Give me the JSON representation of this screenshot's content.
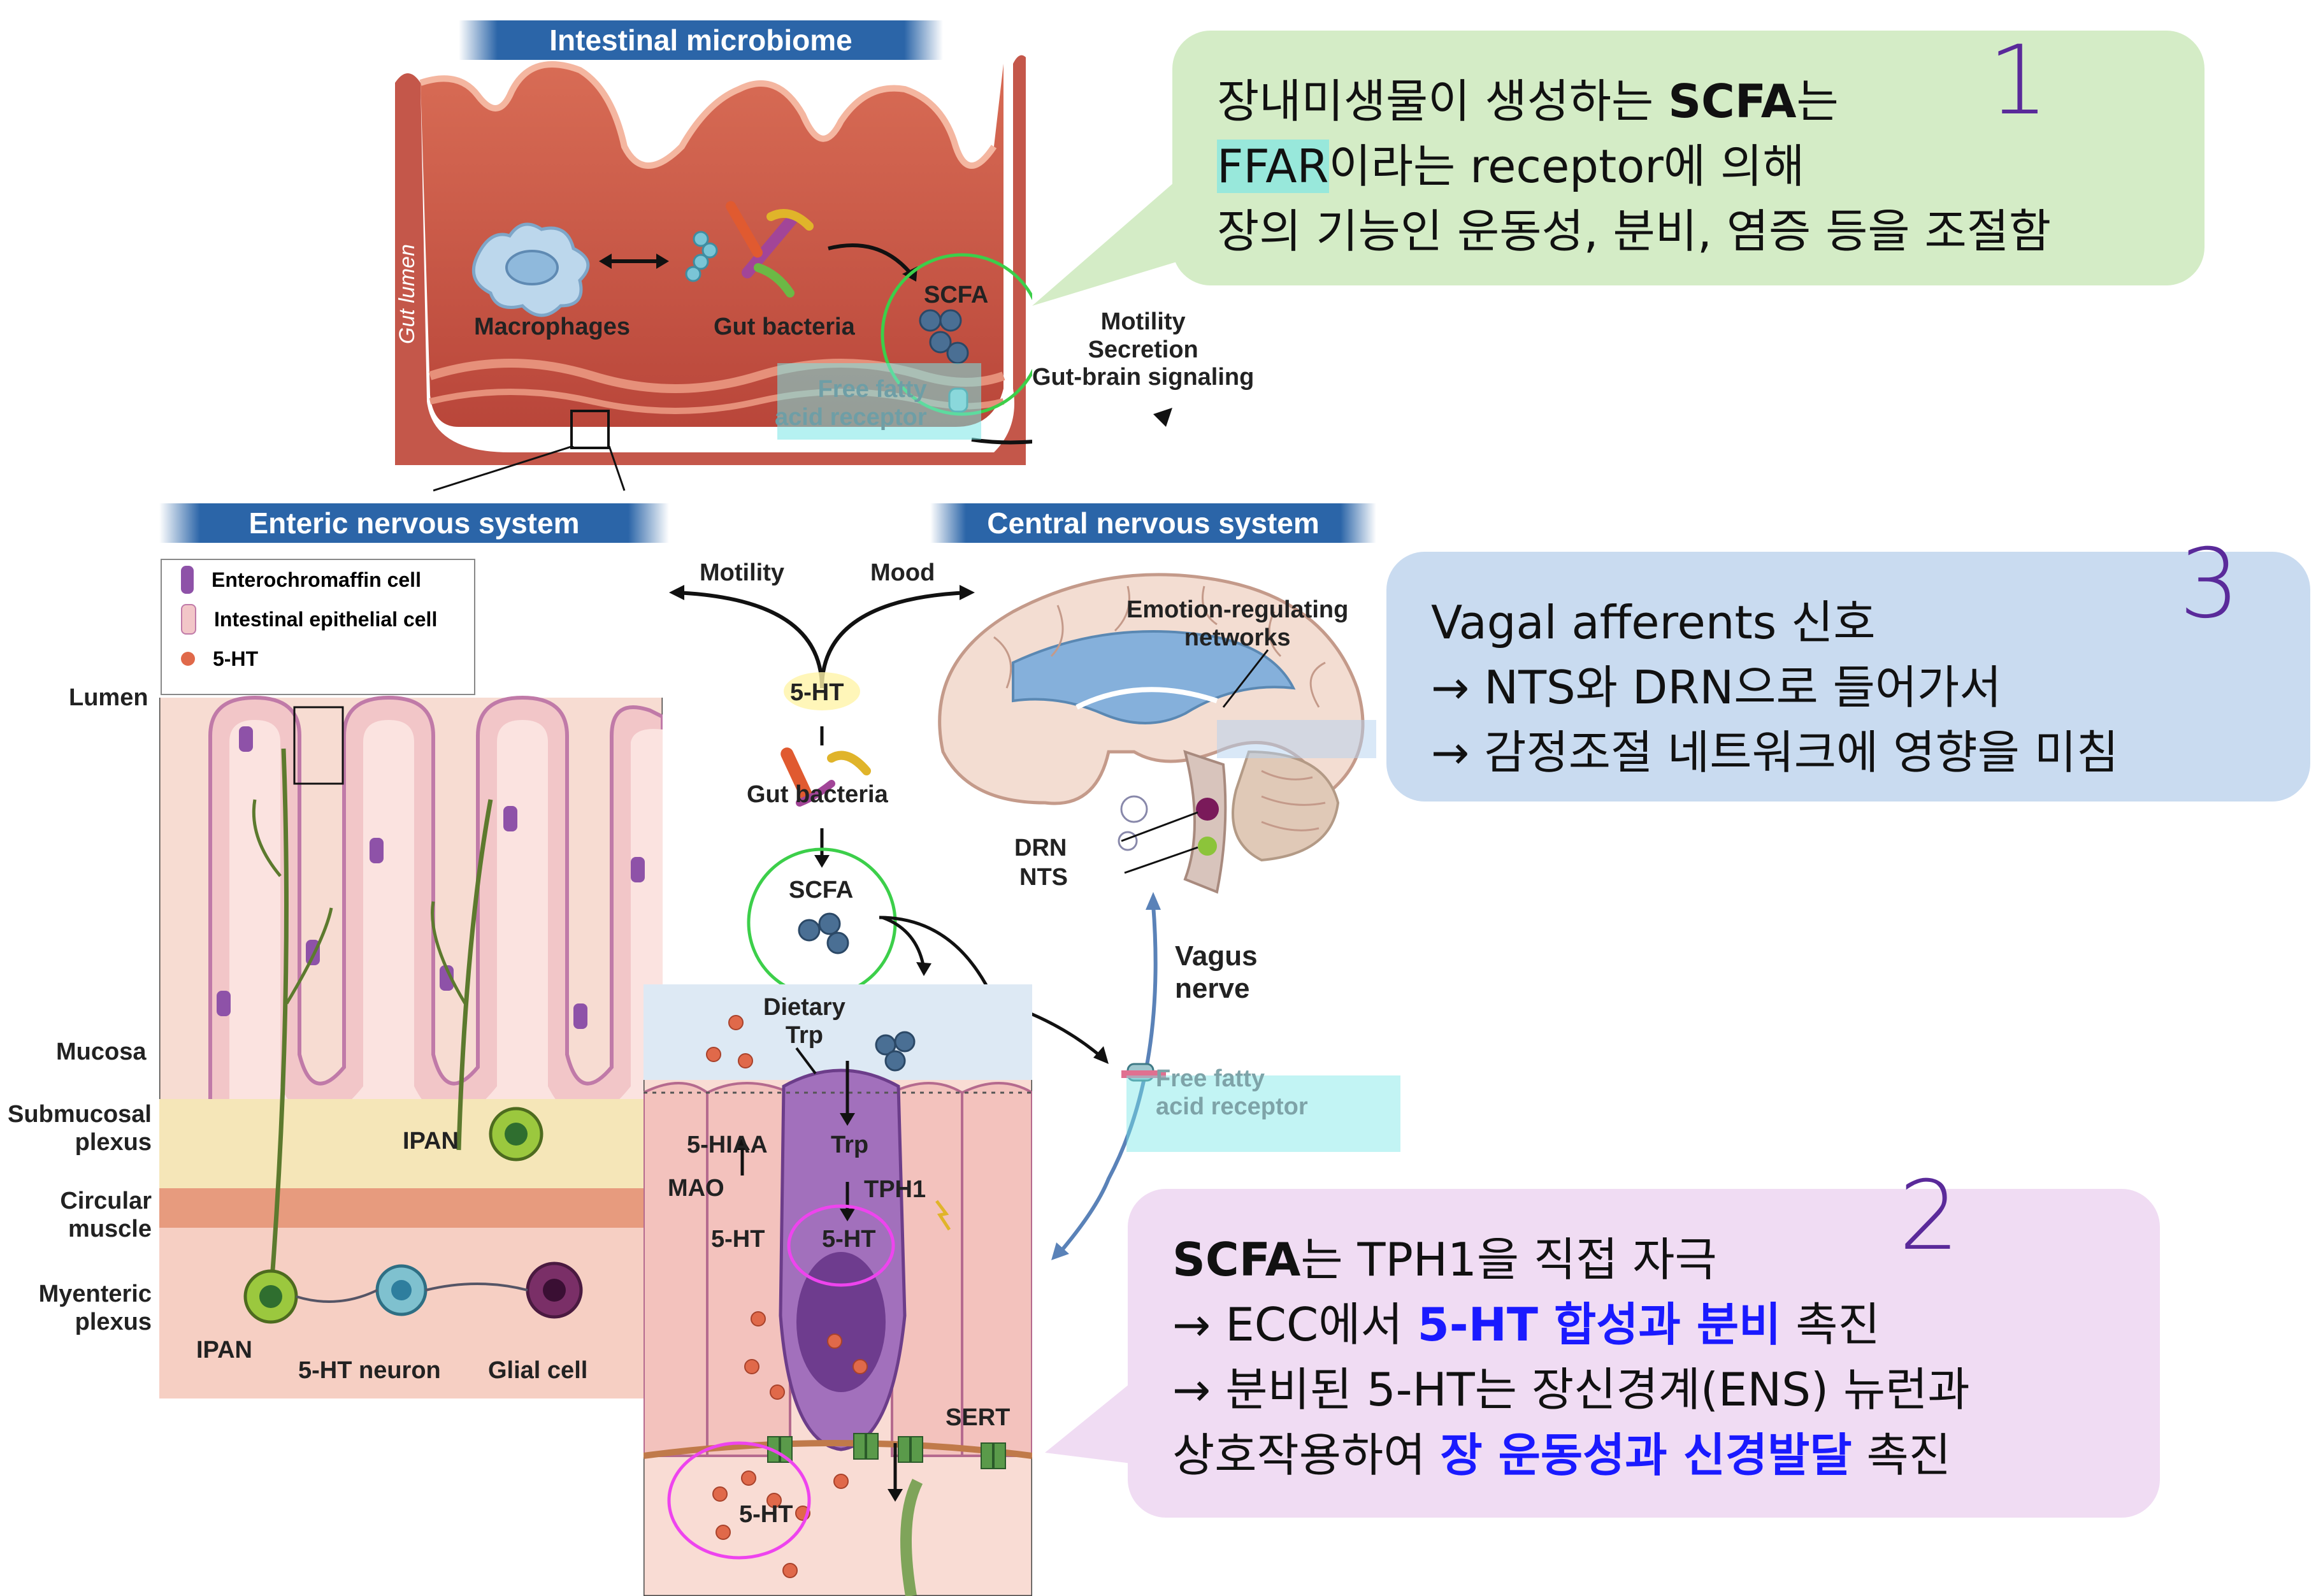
{
  "banners": {
    "microbiome": "Intestinal microbiome",
    "ens": "Enteric nervous system",
    "cns": "Central nervous system"
  },
  "top_panel": {
    "gut_lumen": "Gut lumen",
    "macrophages": "Macrophages",
    "gut_bacteria": "Gut bacteria",
    "scfa": "SCFA",
    "ffar": "Free fatty\nacid receptor",
    "effects": "Motility\nSecretion\nGut-brain signaling"
  },
  "ens_panel": {
    "legend": [
      "Enterochromaffin cell",
      "Intestinal epithelial cell",
      "5-HT"
    ],
    "lumen": "Lumen",
    "mucosa": "Mucosa",
    "submucosal": "Submucosal\nplexus",
    "circular": "Circular\nmuscle",
    "myenteric": "Myenteric\nplexus",
    "ipan_top": "IPAN",
    "ipan_bottom": "IPAN",
    "neuron": "5-HT neuron",
    "glial": "Glial cell"
  },
  "center": {
    "motility": "Motility",
    "mood": "Mood",
    "ht": "5-HT",
    "gut_bacteria": "Gut bacteria",
    "scfa": "SCFA",
    "dietary": "Dietary\nTrp",
    "hiaa": "5-HIAA",
    "mao": "MAO",
    "ht_left": "5-HT",
    "trp": "Trp",
    "tph1": "TPH1",
    "ht_ec": "5-HT",
    "sert": "SERT",
    "ht_bottom": "5-HT"
  },
  "cns_panel": {
    "emotion": "Emotion-regulating\nnetworks",
    "drn": "DRN",
    "nts": "NTS",
    "vagus": "Vagus\nnerve",
    "ffar": "Free fatty\nacid receptor"
  },
  "notes": {
    "note1": {
      "num": "1",
      "line1a": "장내미생물이 생성하는 ",
      "line1b": "SCFA",
      "line1c": "는",
      "line2a": "FFAR",
      "line2b": "이라는 receptor에 의해",
      "line3": "장의 기능인 운동성, 분비, 염증 등을 조절함"
    },
    "note2": {
      "num": "2",
      "line1a": "SCFA",
      "line1b": "는 TPH1을 직접 자극",
      "line2a": "→ ECC에서 ",
      "line2b": "5-HT 합성과 분비",
      "line2c": " 촉진",
      "line3": "→ 분비된 5-HT는 장신경계(ENS) 뉴런과",
      "line4a": "상호작용하여 ",
      "line4b": "장 운동성과 신경발달",
      "line4c": " 촉진"
    },
    "note3": {
      "num": "3",
      "line1": "Vagal afferents 신호",
      "line2": "→ NTS와 DRN으로 들어가서",
      "line3": "→ 감정조절 네트워크에 영향을 미침"
    }
  },
  "colors": {
    "note1_bg": "#d4ecc6",
    "note2_bg": "#f0dcf3",
    "note3_bg": "#c9dbf0",
    "banner": "#2b65a8",
    "scfa_circle": "#3ccf4a",
    "ht_circle": "#ee44ee"
  }
}
